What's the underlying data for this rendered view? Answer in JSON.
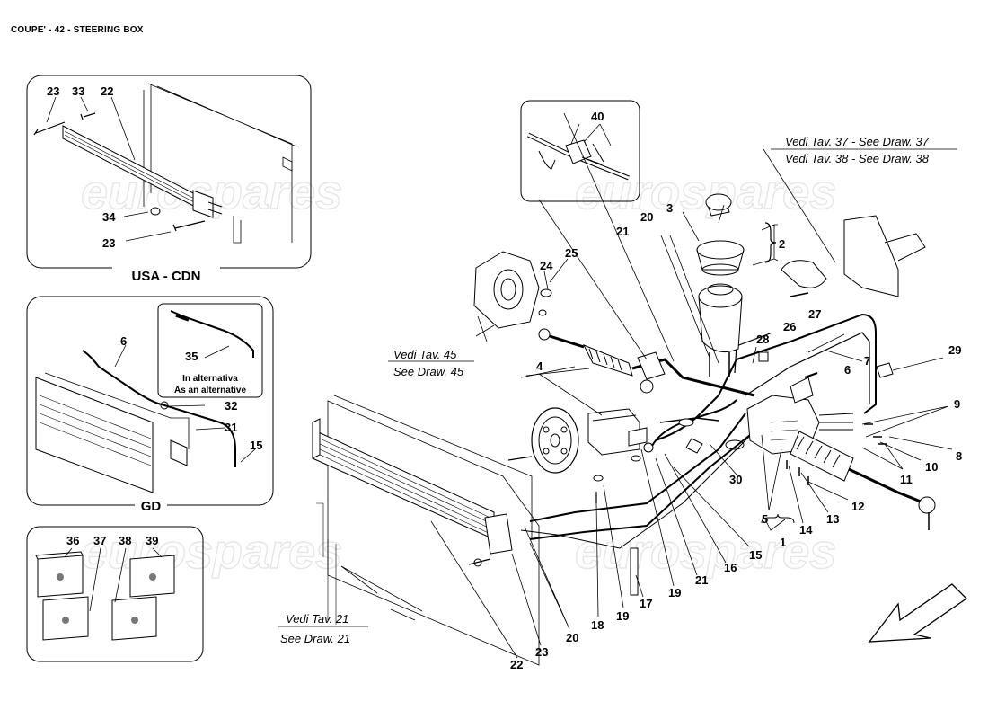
{
  "header": {
    "title": "COUPE' - 42 - STEERING BOX"
  },
  "watermark": "eurospares",
  "insets": {
    "usa_cdn": {
      "label": "USA - CDN"
    },
    "gd": {
      "label": "GD",
      "alt_line1": "In alternativa",
      "alt_line2": "As an alternative"
    }
  },
  "references": {
    "draw37": "Vedi Tav. 37 - See Draw. 37",
    "draw38": "Vedi Tav. 38 - See Draw. 38",
    "draw45_a": "Vedi Tav. 45",
    "draw45_b": "See Draw. 45",
    "draw21_a": "Vedi Tav. 21",
    "draw21_b": "See Draw. 21"
  },
  "callouts": {
    "c23a": "23",
    "c33": "33",
    "c22a": "22",
    "c34": "34",
    "c23b": "23",
    "c6a": "6",
    "c35": "35",
    "c32": "32",
    "c31": "31",
    "c15a": "15",
    "c36": "36",
    "c37": "37",
    "c38": "38",
    "c39": "39",
    "c40": "40",
    "c3": "3",
    "c2": "2",
    "c20a": "20",
    "c21a": "21",
    "c24": "24",
    "c25": "25",
    "c26": "26",
    "c27": "27",
    "c28": "28",
    "c29": "29",
    "c4": "4",
    "c6b": "6",
    "c7": "7",
    "c9": "9",
    "c8": "8",
    "c10": "10",
    "c11": "11",
    "c30": "30",
    "c12": "12",
    "c13": "13",
    "c14": "14",
    "c5": "5",
    "c1": "1",
    "c15b": "15",
    "c16": "16",
    "c21b": "21",
    "c19a": "19",
    "c17": "17",
    "c19b": "19",
    "c18": "18",
    "c20b": "20",
    "c23c": "23",
    "c22b": "22"
  }
}
